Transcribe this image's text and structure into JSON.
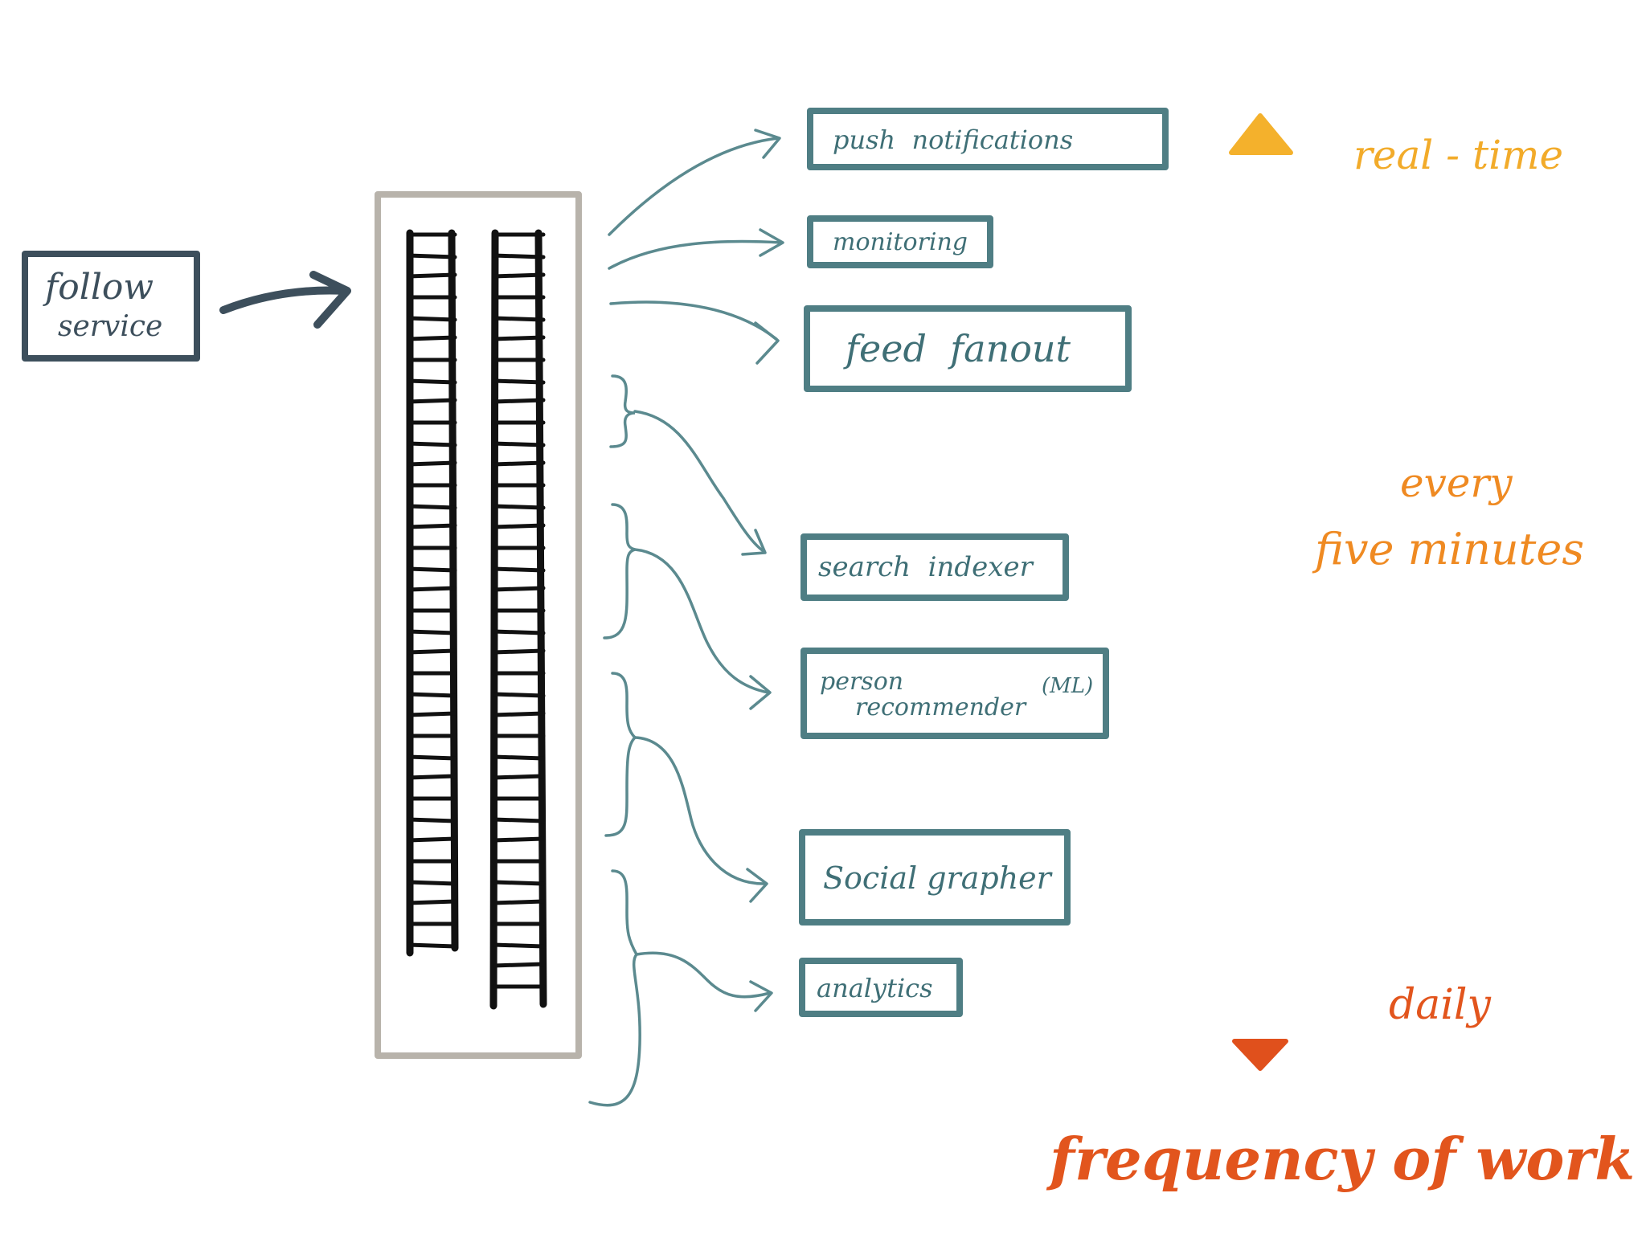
{
  "source": {
    "line1": "follow",
    "line2": "service",
    "color": "#3d4f5c"
  },
  "consumers": [
    {
      "id": "push",
      "label": "push  notifications"
    },
    {
      "id": "monitoring",
      "label": "monitoring"
    },
    {
      "id": "feed",
      "label": "feed  fanout"
    },
    {
      "id": "search",
      "label": "search  indexer"
    },
    {
      "id": "person",
      "label_line1": "person",
      "label_line2": "recommender",
      "tag": "(ML)"
    },
    {
      "id": "social",
      "label": "Social grapher"
    },
    {
      "id": "analytics",
      "label": "analytics"
    }
  ],
  "frequency": {
    "title": "frequency of work",
    "levels": [
      {
        "label": "real - time",
        "color": "#f2ab2a"
      },
      {
        "label_line1": "every",
        "label_line2": "five minutes",
        "color": "#ef8a22"
      },
      {
        "label": "daily",
        "color": "#e2551d"
      }
    ],
    "title_color": "#e2551d"
  },
  "colors": {
    "service_box": "#4f7e84",
    "queue_container": "#b8b3ab",
    "queue": "#111111",
    "source_box": "#3d4f5c"
  }
}
